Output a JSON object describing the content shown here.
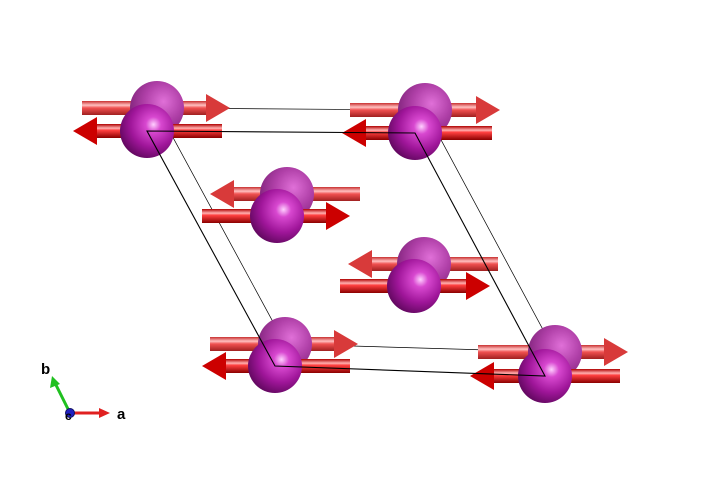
{
  "scene": {
    "background_color": "#ffffff",
    "atom_color": "#a0169a",
    "spin_arrow_color": "#dd0000",
    "cell_edge_color": "#000000"
  },
  "axes": {
    "a_label": "a",
    "b_label": "b",
    "c_label": "c",
    "a_color": "#e02020",
    "b_color": "#20c020",
    "c_color": "#2020c0"
  }
}
